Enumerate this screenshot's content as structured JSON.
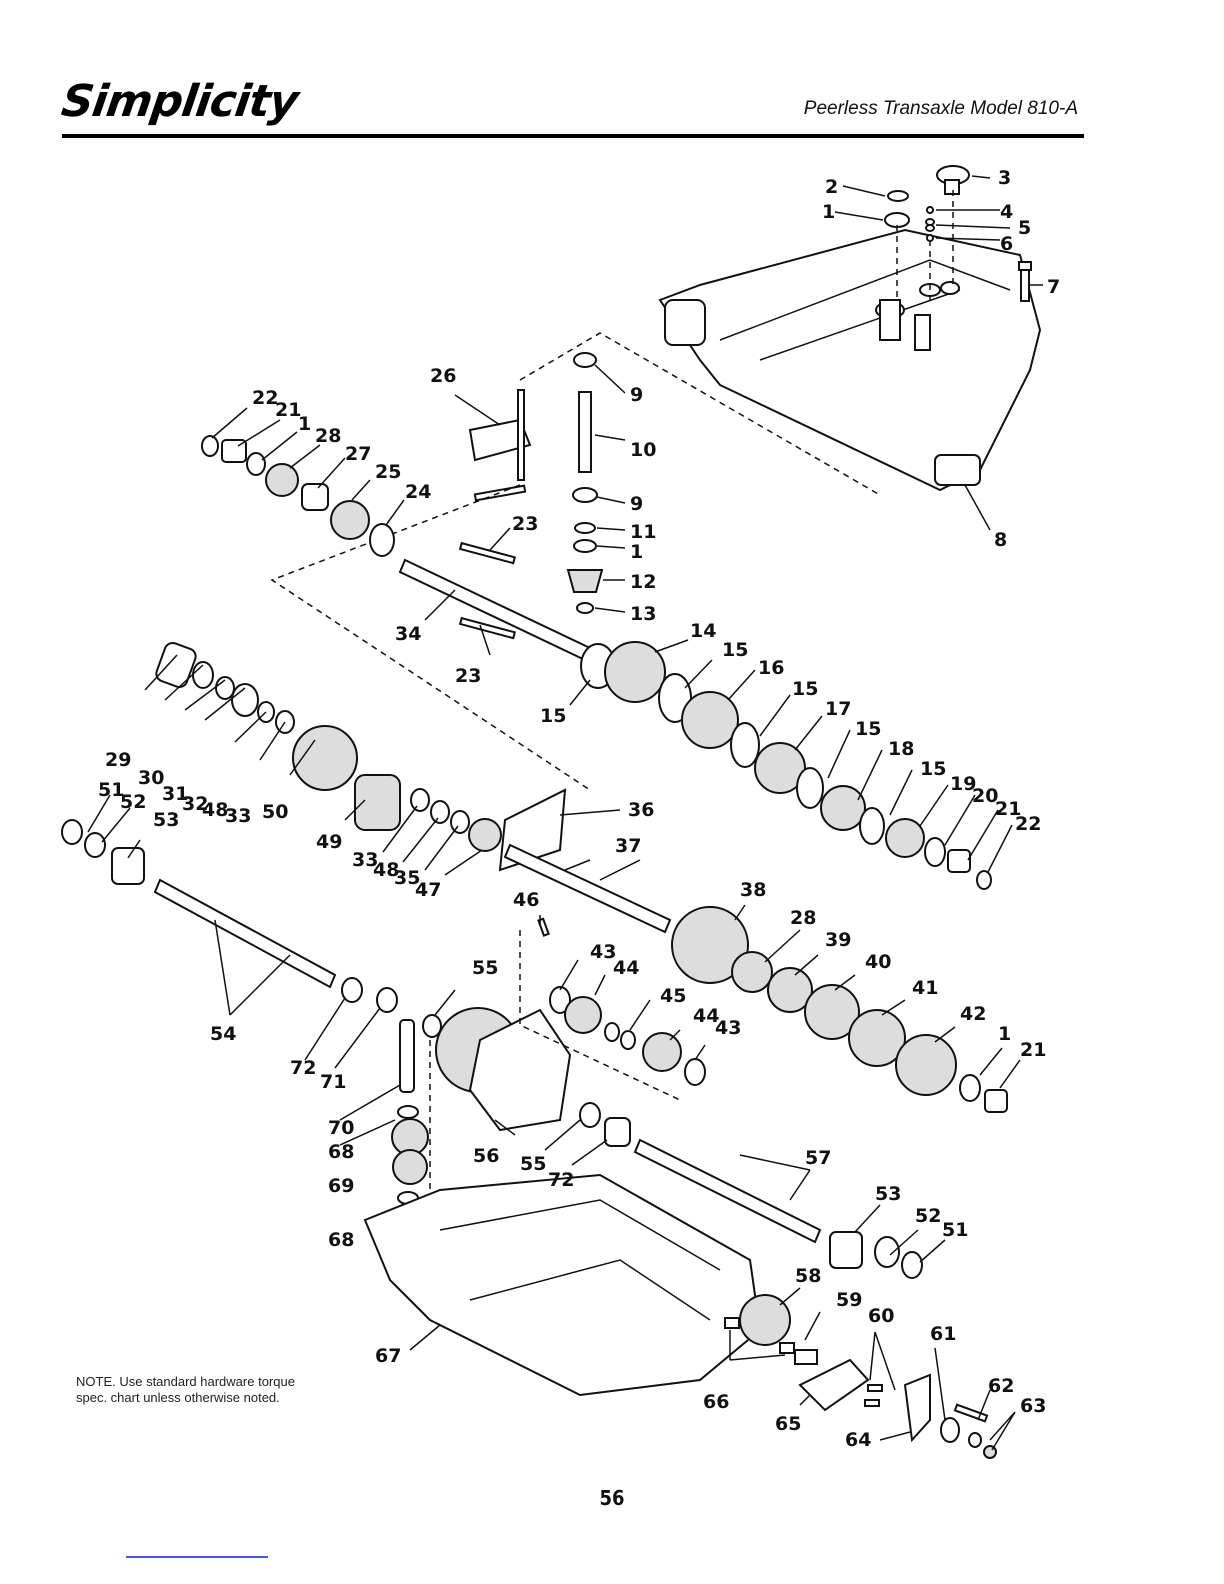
{
  "header": {
    "brand": "Simplicity",
    "model_title": "Peerless Transaxle Model 810-A"
  },
  "note": "NOTE. Use standard hardware torque spec. chart unless otherwise noted.",
  "page_number": "56",
  "callouts": [
    "1",
    "2",
    "3",
    "4",
    "5",
    "6",
    "7",
    "8",
    "9",
    "10",
    "11",
    "12",
    "13",
    "14",
    "15",
    "16",
    "17",
    "18",
    "19",
    "20",
    "21",
    "22",
    "23",
    "24",
    "25",
    "26",
    "27",
    "28",
    "29",
    "30",
    "31",
    "32",
    "33",
    "34",
    "35",
    "36",
    "37",
    "38",
    "39",
    "40",
    "41",
    "42",
    "43",
    "44",
    "45",
    "46",
    "47",
    "48",
    "49",
    "50",
    "51",
    "52",
    "53",
    "54",
    "55",
    "56",
    "57",
    "58",
    "59",
    "60",
    "61",
    "62",
    "63",
    "64",
    "65",
    "66",
    "67",
    "68",
    "69",
    "70",
    "71",
    "72"
  ]
}
